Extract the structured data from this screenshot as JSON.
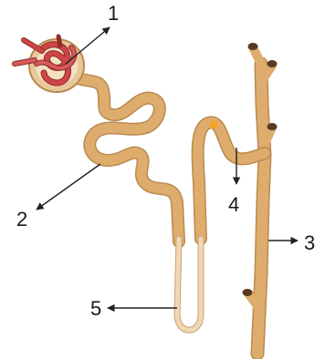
{
  "labels": {
    "l1": "1",
    "l2": "2",
    "l3": "3",
    "l4": "4",
    "l5": "5"
  },
  "colors": {
    "tubule": "#deac6d",
    "tubule_edge": "#b98a50",
    "thin_loop": "#f2d7b5",
    "glomerulus": "#cf4545",
    "glomerulus_dark": "#8e2b2b",
    "capsule": "#e8c79b",
    "duct_opening": "#5a3a22",
    "macula_spot": "#f5a524",
    "arrow": "#222222"
  },
  "icons": [
    "glomerulus-icon",
    "arrow-icon"
  ]
}
